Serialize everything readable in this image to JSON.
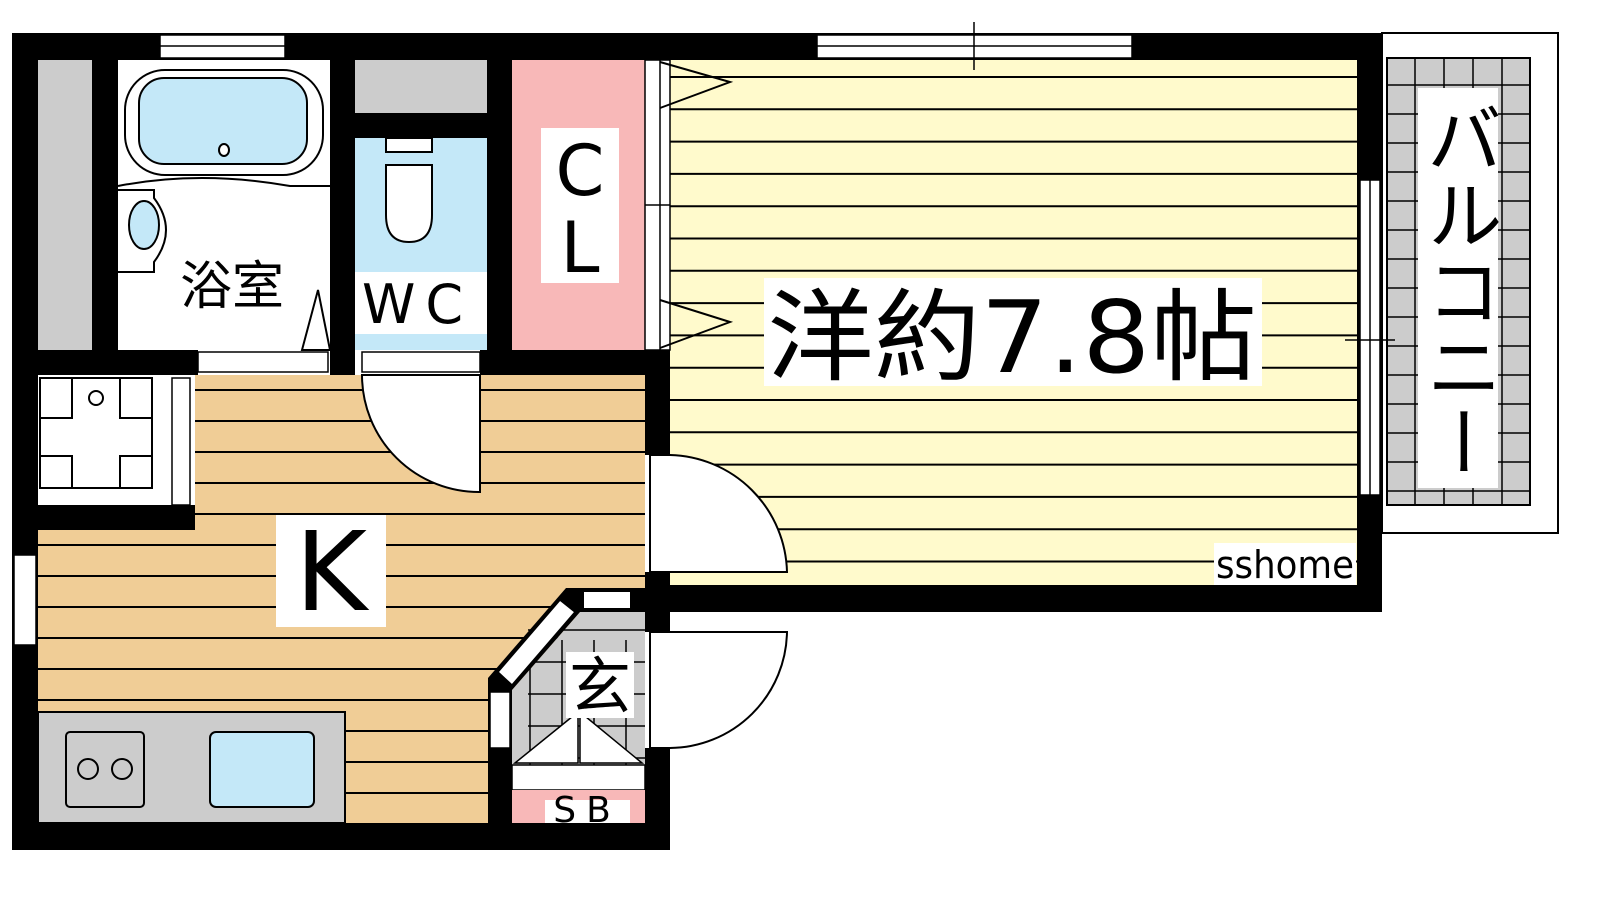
{
  "floorplan": {
    "rooms": {
      "bath": "浴室",
      "wc": "WC",
      "closet_line1": "C",
      "closet_line2": "L",
      "western_room": "洋約7.8帖",
      "kitchen": "K",
      "entrance": "玄",
      "shoe_box": "SB",
      "balcony": "バルコニー"
    },
    "watermark": "sshome",
    "colors": {
      "wall": "#000000",
      "western_room_floor": "#FFFACC",
      "kitchen_floor": "#F0CD96",
      "closet": "#F8B8B8",
      "wc_floor": "#C4E8F8",
      "storage_gray": "#CCCCCC",
      "fixture_blue": "#C4E8F8"
    }
  }
}
